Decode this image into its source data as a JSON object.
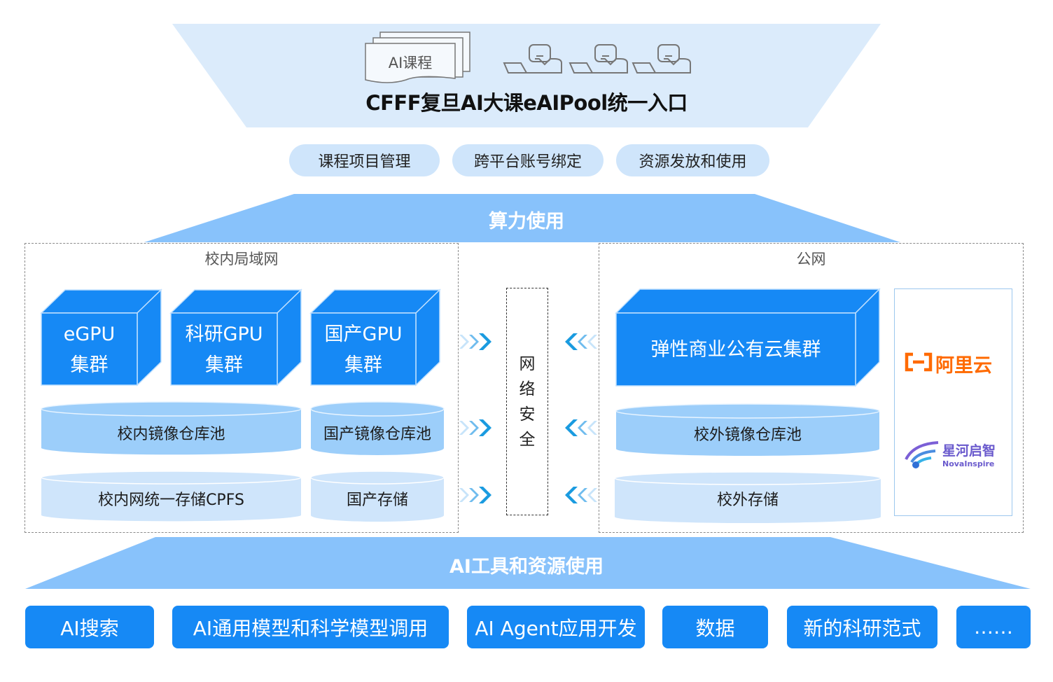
{
  "entry": {
    "title": "CFFF复旦AI大课eAIPool统一入口",
    "course_doc_label": "AI课程",
    "users_icon": "user-at-laptop-icon"
  },
  "services": [
    {
      "label": "课程项目管理"
    },
    {
      "label": "跨平台账号绑定"
    },
    {
      "label": "资源发放和使用"
    }
  ],
  "compute_band": {
    "label": "算力使用"
  },
  "campus_zone": {
    "title": "校内局域网",
    "clusters": [
      {
        "line1": "eGPU",
        "line2": "集群"
      },
      {
        "line1": "科研GPU",
        "line2": "集群"
      },
      {
        "line1": "国产GPU",
        "line2": "集群"
      }
    ],
    "image_pools": [
      {
        "label": "校内镜像仓库池"
      },
      {
        "label": "国产镜像仓库池"
      }
    ],
    "storage": [
      {
        "label": "校内网统一存储CPFS"
      },
      {
        "label": "国产存储"
      }
    ]
  },
  "security": {
    "chars": [
      "网",
      "络",
      "安",
      "全"
    ]
  },
  "public_zone": {
    "title": "公网",
    "cluster": {
      "label": "弹性商业公有云集群"
    },
    "image_pool": {
      "label": "校外镜像仓库池"
    },
    "storage": {
      "label": "校外存储"
    },
    "vendors": [
      {
        "name": "阿里云",
        "color": "#ff6a00"
      },
      {
        "name": "星河启智",
        "sub": "NovaInspire",
        "color": "#6a5acd"
      }
    ]
  },
  "tools_band": {
    "label": "AI工具和资源使用"
  },
  "tools": [
    {
      "label": "AI搜索"
    },
    {
      "label": "AI通用模型和科学模型调用"
    },
    {
      "label": "AI Agent应用开发"
    },
    {
      "label": "数据"
    },
    {
      "label": "新的科研范式"
    },
    {
      "label": "……"
    }
  ],
  "colors": {
    "entry_bg": "#dbebfb",
    "band_bg": "#88c2fb",
    "pill_bg": "#cfe5fb",
    "cube_front": "#1689f5",
    "cylinder_dark": "#9ccefa",
    "cylinder_light": "#cfe5fb",
    "tool_button": "#1689f5"
  }
}
